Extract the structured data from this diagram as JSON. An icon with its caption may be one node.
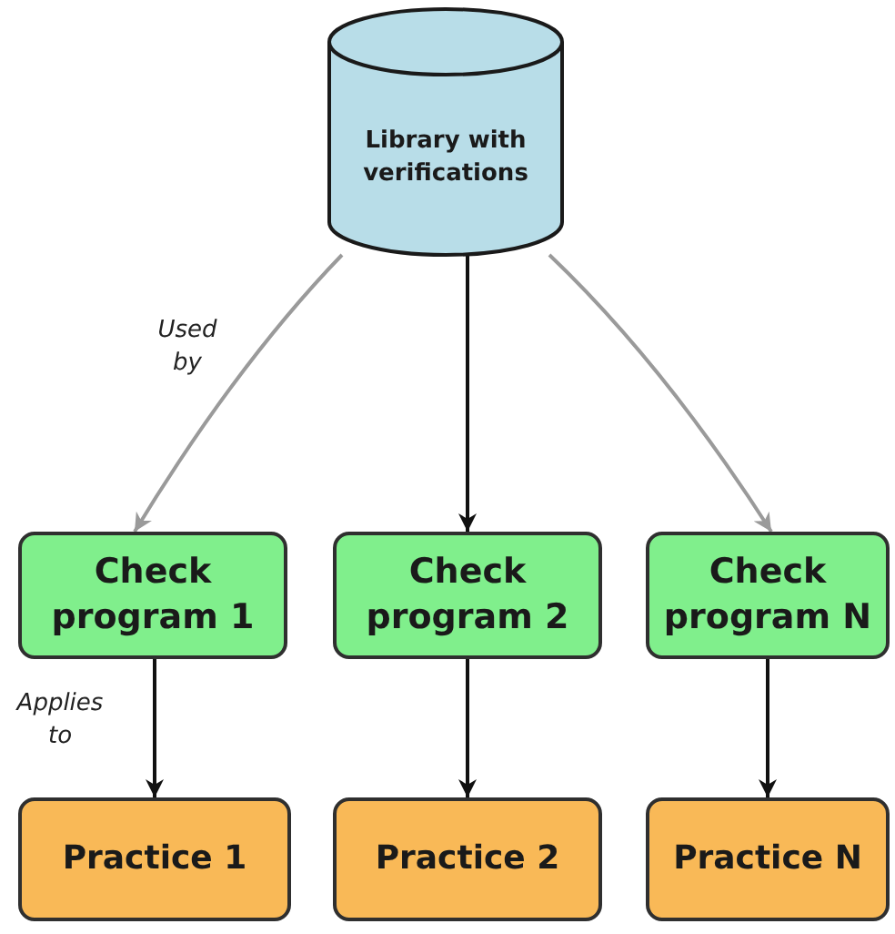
{
  "diagram": {
    "nodes": [
      {
        "text": [
          "Library with verifications"
        ]
      },
      {
        "text": [
          "Check program 1"
        ]
      },
      {
        "text": [
          "Check program 2"
        ]
      },
      {
        "text": [
          "Check program N"
        ]
      },
      {
        "text": [
          "Practice 1"
        ]
      },
      {
        "text": [
          "Practice 2"
        ]
      },
      {
        "text": [
          "Practice N"
        ]
      }
    ],
    "edges": [
      {
        "from": 0,
        "to": 1,
        "arrow": "to",
        "label": "Used by",
        "color": "#9a9a9a"
      },
      {
        "from": 0,
        "to": 2,
        "arrow": "to"
      },
      {
        "from": 0,
        "to": 3,
        "arrow": "to",
        "color": "#9a9a9a"
      },
      {
        "from": 1,
        "to": 4,
        "arrow": "to",
        "label": "Applies to"
      },
      {
        "from": 2,
        "to": 5,
        "arrow": "to"
      },
      {
        "from": 3,
        "to": 6,
        "arrow": "to"
      }
    ]
  }
}
